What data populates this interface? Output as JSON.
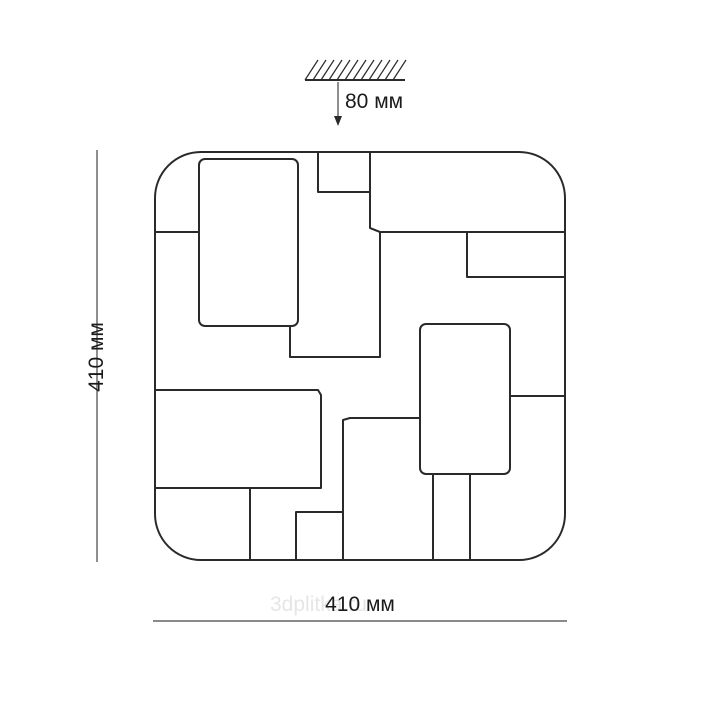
{
  "dimensions": {
    "mount_depth": "80 мм",
    "height": "410 мм",
    "width": "410 мм"
  },
  "watermark": "3dplitka.ru",
  "colors": {
    "line": "#2a2a2a",
    "watermark": "#e6e6e6",
    "background": "#ffffff"
  }
}
